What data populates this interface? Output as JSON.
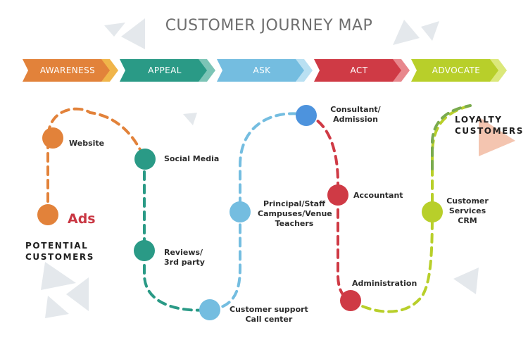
{
  "title": "CUSTOMER JOURNEY MAP",
  "stages": [
    {
      "label": "AWARENESS",
      "color": "#e2823a",
      "shade": "#f0b54a"
    },
    {
      "label": "APPEAL",
      "color": "#2a9a86",
      "shade": "#7cc4b6"
    },
    {
      "label": "ASK",
      "color": "#74bde0",
      "shade": "#b9e0f2"
    },
    {
      "label": "ACT",
      "color": "#cf3a45",
      "shade": "#e8878d"
    },
    {
      "label": "ADVOCATE",
      "color": "#b8cf2a",
      "shade": "#dbe87a"
    }
  ],
  "touchpoints": {
    "website": "Website",
    "ads": "Ads",
    "social_media": "Social Media",
    "reviews": [
      "Reviews/",
      "3rd party"
    ],
    "customer_support": [
      "Customer support",
      "Call center"
    ],
    "principal": [
      "Principal/Staff",
      "Campuses/Venue",
      "Teachers"
    ],
    "consultant": [
      "Consultant/",
      "Admission"
    ],
    "accountant": "Accountant",
    "administration": "Administration",
    "customer_services": [
      "Customer",
      "Services",
      "CRM"
    ]
  },
  "groups": {
    "potential": [
      "POTENTIAL",
      "CUSTOMERS"
    ],
    "loyalty": [
      "LOYALTY",
      "CUSTOMERS"
    ]
  }
}
